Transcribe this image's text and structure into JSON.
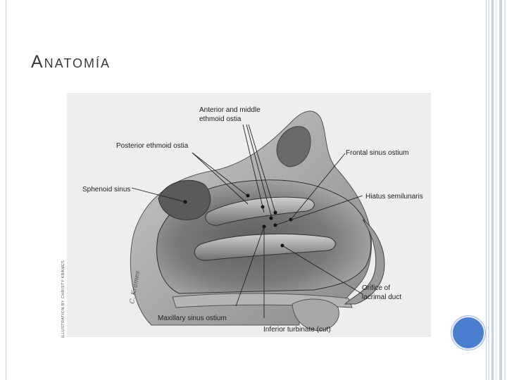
{
  "slide": {
    "title": "Anatomía",
    "credit": "ILLUSTRATION BY CHRISTY KRAMES"
  },
  "diagram": {
    "labels": {
      "anterior_middle_1": "Anterior and middle",
      "anterior_middle_2": "ethmoid ostia",
      "posterior": "Posterior ethmoid ostia",
      "frontal": "Frontal sinus ostium",
      "sphenoid": "Sphenoid sinus",
      "hiatus": "Hiatus semilunaris",
      "lacrimal_1": "Orifice of",
      "lacrimal_2": "lacrimal duct",
      "maxillary": "Maxillary sinus ostium",
      "inferior": "Inferior turbinate (cut)",
      "signature": "C. Krames"
    }
  },
  "colors": {
    "accent": "#4a7fd0",
    "frame": "#c9d3e3"
  }
}
